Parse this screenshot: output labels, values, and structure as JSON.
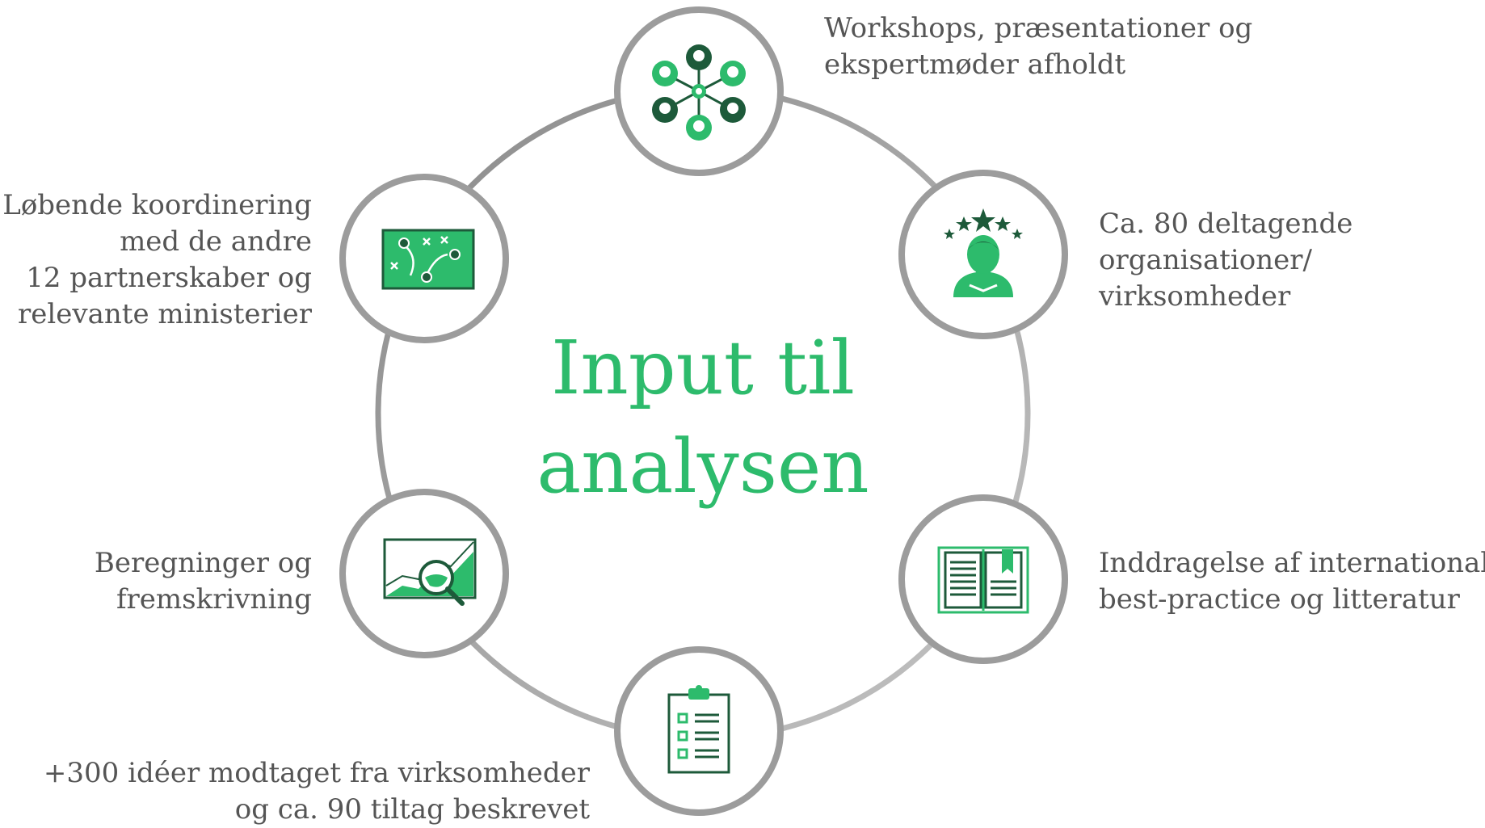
{
  "center": {
    "line1": "Input til",
    "line2": "analysen"
  },
  "colors": {
    "accent": "#2dbb6c",
    "dark_green": "#1d5a3a",
    "ring": "#9c9c9c",
    "text": "#555555"
  },
  "items": [
    {
      "icon": "network-people-icon",
      "lines": [
        "Workshops, præsentationer og",
        "ekspertmøder afholdt"
      ]
    },
    {
      "icon": "person-stars-icon",
      "lines": [
        "Ca. 80 deltagende",
        "organisationer/",
        "virksomheder"
      ]
    },
    {
      "icon": "open-book-icon",
      "lines": [
        "Inddragelse af international",
        "best-practice og litteratur"
      ]
    },
    {
      "icon": "clipboard-checklist-icon",
      "lines": [
        "+300 idéer modtaget fra virksomheder",
        "og ca. 90 tiltag beskrevet"
      ]
    },
    {
      "icon": "chart-magnifier-icon",
      "lines": [
        "Beregninger og",
        "fremskrivning"
      ]
    },
    {
      "icon": "strategy-board-icon",
      "lines": [
        "Løbende koordinering",
        "med de andre",
        "12 partnerskaber og",
        "relevante ministerier"
      ]
    }
  ]
}
